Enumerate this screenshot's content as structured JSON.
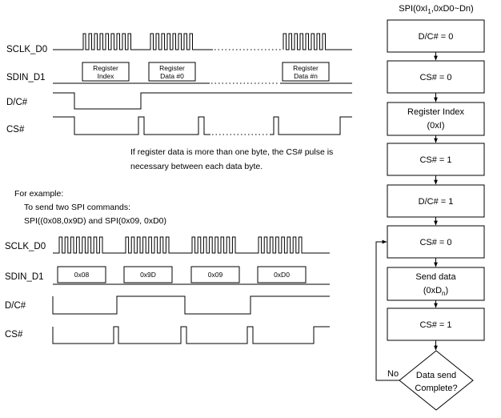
{
  "timing_top": {
    "signals": [
      "SCLK_D0",
      "SDIN_D1",
      "D/C#",
      "CS#"
    ],
    "boxes": [
      {
        "line1": "Register",
        "line2": "Index"
      },
      {
        "line1": "Register",
        "line2": "Data #0"
      },
      {
        "line1": "Register",
        "line2": "Data #n"
      }
    ]
  },
  "note": {
    "line1": "If register data is more than one byte, the CS# pulse is",
    "line2": "necessary between each data byte."
  },
  "example": {
    "line1": "For example:",
    "line2": "To send two SPI commands:",
    "line3": "SPI((0x08,0x9D) and SPI(0x09, 0xD0)"
  },
  "timing_bottom": {
    "signals": [
      "SCLK_D0",
      "SDIN_D1",
      "D/C#",
      "CS#"
    ],
    "bytes": [
      "0x08",
      "0x9D",
      "0x09",
      "0xD0"
    ]
  },
  "flowchart": {
    "title": {
      "prefix": "SPI(0xI",
      "sub": "1",
      "suffix": ",0xD0~Dn)"
    },
    "boxes": [
      {
        "line1": "D/C# = 0"
      },
      {
        "line1": "CS# = 0"
      },
      {
        "line1": "Register Index",
        "line2": "(0xI)"
      },
      {
        "line1": "CS# = 1"
      },
      {
        "line1": "D/C# = 1"
      },
      {
        "line1": "CS# = 0"
      },
      {
        "line1": "Send data",
        "line2_prefix": "(0xD",
        "line2_sub": "n",
        "line2_suffix": ")"
      },
      {
        "line1": "CS# = 1"
      }
    ],
    "decision": {
      "line1": "Data send",
      "line2": "Complete?"
    },
    "no_label": "No"
  }
}
